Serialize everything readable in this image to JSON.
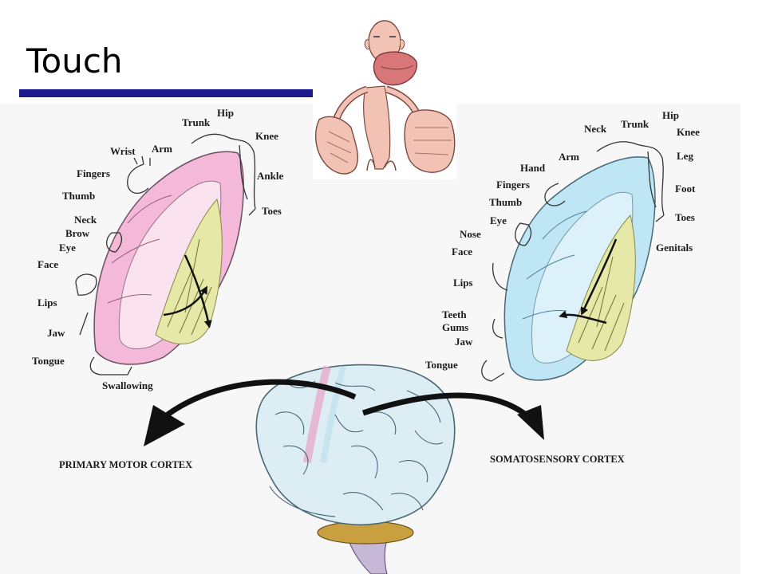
{
  "slide": {
    "title": "Touch",
    "accent_color": "#1a1a8c"
  },
  "motor": {
    "caption": "PRIMARY MOTOR CORTEX",
    "color": "#f4b8d8",
    "labels": [
      "Hip",
      "Trunk",
      "Knee",
      "Wrist",
      "Arm",
      "Ankle",
      "Fingers",
      "Thumb",
      "Toes",
      "Neck",
      "Brow",
      "Eye",
      "Face",
      "Lips",
      "Jaw",
      "Tongue",
      "Swallowing"
    ]
  },
  "sensory": {
    "caption": "SOMATOSENSORY CORTEX",
    "color": "#bfe6f5",
    "labels": [
      "Hip",
      "Neck",
      "Trunk",
      "Knee",
      "Arm",
      "Leg",
      "Hand",
      "Fingers",
      "Foot",
      "Thumb",
      "Eye",
      "Toes",
      "Nose",
      "Genitals",
      "Face",
      "Lips",
      "Teeth",
      "Gums",
      "Jaw",
      "Tongue"
    ]
  },
  "illustrations": {
    "homunculus_icon": "sensory-homunculus-figure-icon",
    "brain_icon": "brain-illustration-icon"
  }
}
